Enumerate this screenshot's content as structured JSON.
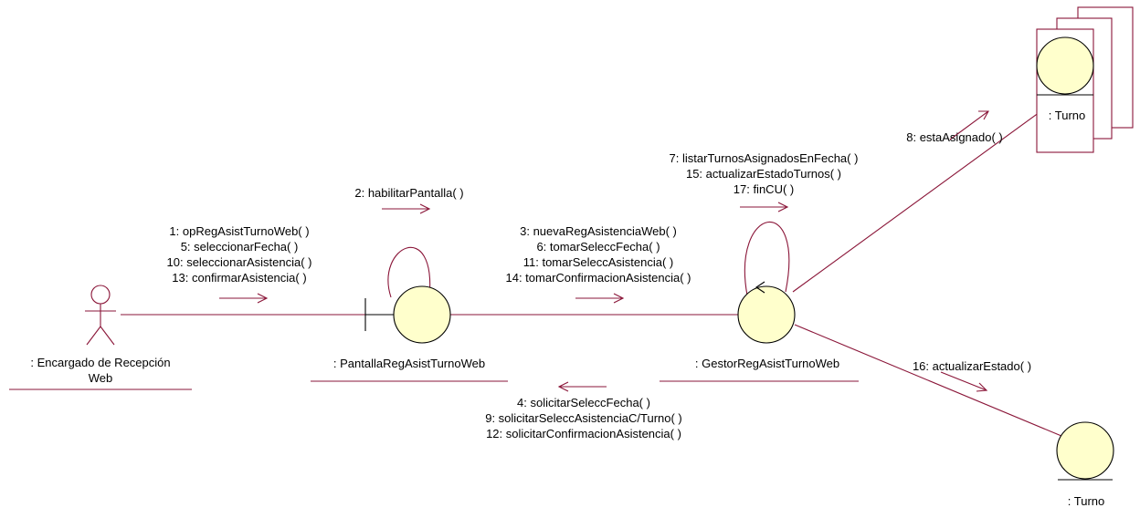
{
  "colors": {
    "link": "#8a1538",
    "object_fill": "#ffffcc",
    "outline": "#000000",
    "background": "#ffffff"
  },
  "actor": {
    "icon": "stick-figure-actor-icon",
    "label_line1": ": Encargado de Recepción",
    "label_line2": "Web"
  },
  "objects": {
    "boundary": {
      "icon": "boundary-icon",
      "label": ": PantallaRegAsistTurnoWeb"
    },
    "control": {
      "icon": "control-icon",
      "label": ": GestorRegAsistTurnoWeb"
    },
    "entity_multi": {
      "icon": "entity-multiobject-icon",
      "label": ": Turno"
    },
    "entity": {
      "icon": "entity-icon",
      "label": ": Turno"
    }
  },
  "messages": {
    "actor_to_boundary": [
      "1: opRegAsistTurnoWeb( )",
      "5: seleccionarFecha( )",
      "10: seleccionarAsistencia( )",
      "13: confirmarAsistencia( )"
    ],
    "boundary_self": [
      "2: habilitarPantalla( )"
    ],
    "boundary_to_control": [
      "3: nuevaRegAsistenciaWeb( )",
      "6: tomarSeleccFecha( )",
      "11: tomarSeleccAsistencia( )",
      "14: tomarConfirmacionAsistencia( )"
    ],
    "control_to_boundary": [
      "4: solicitarSeleccFecha( )",
      "9: solicitarSeleccAsistenciaC/Turno( )",
      "12: solicitarConfirmacionAsistencia( )"
    ],
    "control_self": [
      "7: listarTurnosAsignadosEnFecha( )",
      "15: actualizarEstadoTurnos( )",
      "17: finCU( )"
    ],
    "control_to_multi": [
      "8: estaAsignado( )"
    ],
    "control_to_entity": [
      "16: actualizarEstado( )"
    ]
  }
}
